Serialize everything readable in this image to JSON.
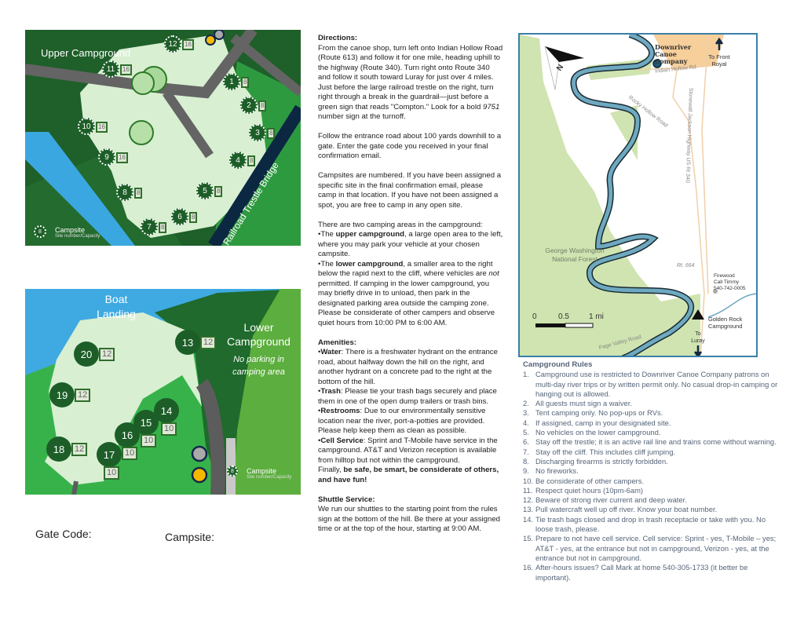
{
  "upper_map": {
    "title": "Upper Campground",
    "bridge_label": "Railroad Trestle Bridge",
    "sites": [
      {
        "num": "12",
        "cap": "16"
      },
      {
        "num": "11",
        "cap": "16"
      },
      {
        "num": "1",
        "cap": "8"
      },
      {
        "num": "2",
        "cap": "8"
      },
      {
        "num": "3",
        "cap": "8"
      },
      {
        "num": "4",
        "cap": "8"
      },
      {
        "num": "5",
        "cap": "8"
      },
      {
        "num": "6",
        "cap": "8"
      },
      {
        "num": "7",
        "cap": "8"
      },
      {
        "num": "8",
        "cap": "8"
      },
      {
        "num": "9",
        "cap": "16"
      },
      {
        "num": "10",
        "cap": "16"
      }
    ],
    "legend": {
      "sample_num": "8",
      "sample_cap": "8",
      "label": "Campsite",
      "sublabel": "Site number/Capacity"
    }
  },
  "lower_map": {
    "boat_landing": "Boat Landing",
    "title": "Lower Campground",
    "note": "No parking in camping area",
    "sites": [
      {
        "num": "13",
        "cap": "12"
      },
      {
        "num": "20",
        "cap": "12"
      },
      {
        "num": "19",
        "cap": "12"
      },
      {
        "num": "18",
        "cap": "12"
      },
      {
        "num": "17",
        "cap": "10"
      },
      {
        "num": "16",
        "cap": "10"
      },
      {
        "num": "15",
        "cap": "10"
      },
      {
        "num": "14",
        "cap": "10"
      }
    ],
    "legend": {
      "sample_num": "8",
      "sample_cap": "8",
      "label": "Campsite",
      "sublabel": "Site number/Capacity"
    }
  },
  "fields": {
    "gate_code": "Gate Code:",
    "campsite": "Campsite:"
  },
  "directions": {
    "heading": "Directions:",
    "p1": "From the canoe shop, turn left onto Indian Hollow Road (Route 613) and follow it for one mile, heading uphill to the highway (Route 340). Turn right onto Route 340 and follow it south toward Luray for just over 4 miles. Just before the large railroad trestle on the right, turn right through a break in the guardrail—just before a green sign that reads \"Compton.\" Look for a bold ",
    "p1_italic": "9751",
    "p1_end": " number sign at the turnoff.",
    "p2": "Follow the entrance road about 100 yards downhill to a gate. Enter the gate code you received in your final confirmation email.",
    "p3": "Campsites are numbered. If you have been assigned a specific site in the final confirmation email, please camp in that location. If you have not been assigned a spot, you are free to camp in any open site.",
    "areas_intro": "There are two camping areas in the campground:",
    "upper_pre": "•The ",
    "upper_bold": "upper campground",
    "upper_text": ", a large open area to the left, where you may park your vehicle at your chosen campsite.",
    "lower_pre": "•The ",
    "lower_bold": "lower campground",
    "lower_text": ", a smaller area to the right below the rapid next to the cliff, where vehicles are ",
    "lower_italic": "not",
    "lower_text2": " permitted. If camping in the lower campground, you may briefly drive in to unload, then park in the designated parking area outside the camping zone. Please be considerate of other campers and observe quiet hours from 10:00 PM to 6:00 AM."
  },
  "amenities": {
    "heading": "Amenities:",
    "items": [
      {
        "label": "Water",
        "text": ": There is a freshwater hydrant on the entrance road, about halfway down the hill on the right, and another hydrant on a concrete pad to the right at the bottom of the hill."
      },
      {
        "label": "Trash",
        "text": ": Please tie your trash bags securely and place them in one of the open dump trailers or trash bins."
      },
      {
        "label": "Restrooms",
        "text": ": Due to our environmentally sensitive location near the river, port-a-potties are provided. Please help keep them as clean as possible."
      },
      {
        "label": "Cell Service",
        "text": ": Sprint and T-Mobile have service in the campground. AT&T and Verizon reception is available from hilltop but not within the campground."
      }
    ],
    "finally": "Finally, ",
    "finally_bold": "be safe, be smart, be considerate of others, and have fun!"
  },
  "shuttle": {
    "heading": "Shuttle Service:",
    "text": "We run our shuttles to the starting point from the rules sign at the bottom of the hill. Be there at your assigned time or at the top of the hour, starting at 9:00 AM."
  },
  "area_map": {
    "logo": "Downriver Canoe Company",
    "north": "N",
    "to_front_royal": "To Front Royal",
    "indian_hollow": "Indian Hollow Rd",
    "rocky_hollow": "Rocky Hollow Road",
    "highway": "Stonewall Jackson Highway US Rt 340",
    "forest": "George Washington National Forest",
    "rt664": "Rt. 664",
    "firewood": "Firewood",
    "firewood_call": "Call Timmy",
    "firewood_phone": "540-742-0005",
    "scale": [
      "0",
      "0.5",
      "1 mi"
    ],
    "campground": "Golden Rock Campground",
    "to_luray": "To Luray",
    "page_valley": "Page Valley Road"
  },
  "rules": {
    "heading": "Campground Rules",
    "items": [
      "Campground use is restricted to Downriver Canoe Company patrons on multi-day river trips or by written permit only. No casual drop-in camping or hanging out is allowed.",
      "All guests must sign a waiver.",
      "Tent camping only. No pop-ups or RVs.",
      "If assigned, camp in your designated site.",
      "No vehicles on the lower campground.",
      "Stay off the trestle; it is an active rail line and trains come without warning.",
      "Stay off the cliff. This includes cliff jumping.",
      "Discharging firearms is strictly forbidden.",
      "No fireworks.",
      "Be considerate of other campers.",
      "Respect quiet hours (10pm-6am)",
      "Beware of strong river current and deep water.",
      "Pull watercraft well up off river. Know your boat number.",
      "Tie trash bags closed and drop in trash receptacle or take with you. No loose trash, please.",
      "Prepare to not have cell service. Cell service: Sprint - yes, T-Mobile – yes; AT&T - yes, at the entrance but not in campground, Verizon - yes, at the entrance but not in campground.",
      "After-hours issues? Call Mark at home 540-305-1733 (it better be important)."
    ]
  }
}
